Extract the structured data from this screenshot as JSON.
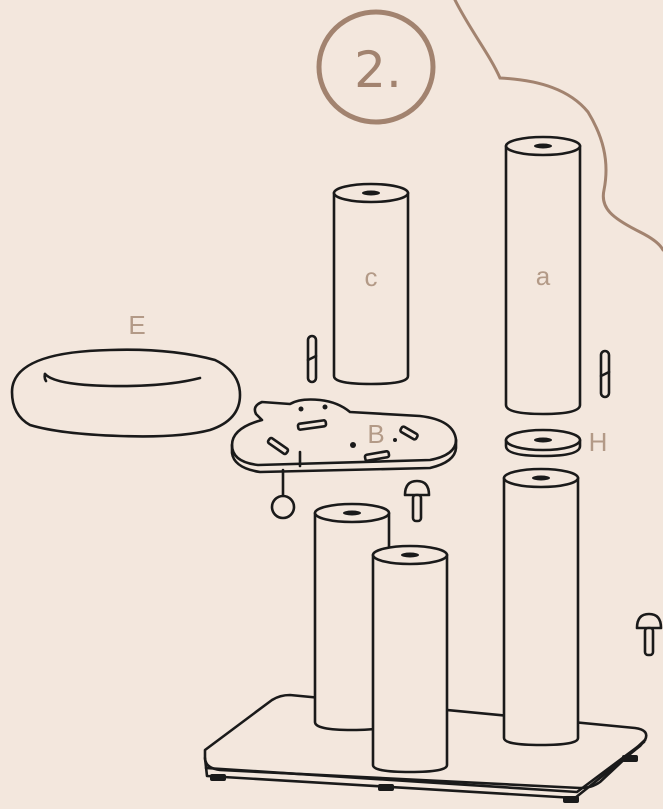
{
  "step": {
    "number": "2."
  },
  "labels": {
    "a": "a",
    "c": "c",
    "e": "E",
    "b": "B",
    "h": "H"
  },
  "colors": {
    "background": "#f3e7dd",
    "outline": "#1a1a1a",
    "label": "#b39a87",
    "accent": "#a2836f"
  }
}
